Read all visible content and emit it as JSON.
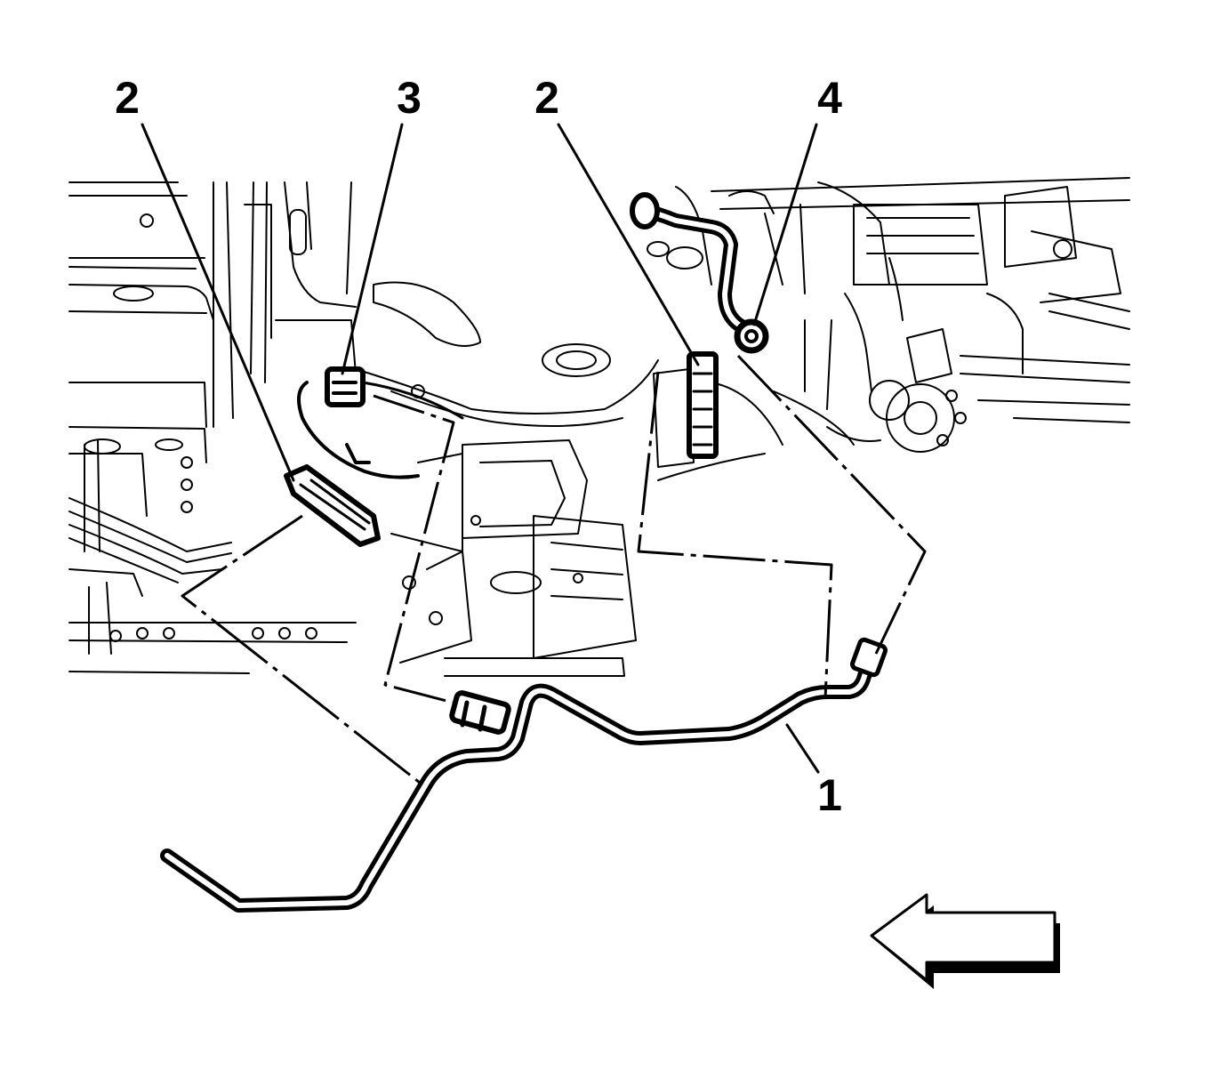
{
  "callouts": {
    "pipe": "1",
    "retainer_left": "2",
    "clip": "3",
    "retainer_right": "2",
    "rear_connector": "4"
  },
  "direction_arrow": "left-pointing-arrow",
  "colors": {
    "ink": "#000000",
    "background": "#ffffff"
  }
}
